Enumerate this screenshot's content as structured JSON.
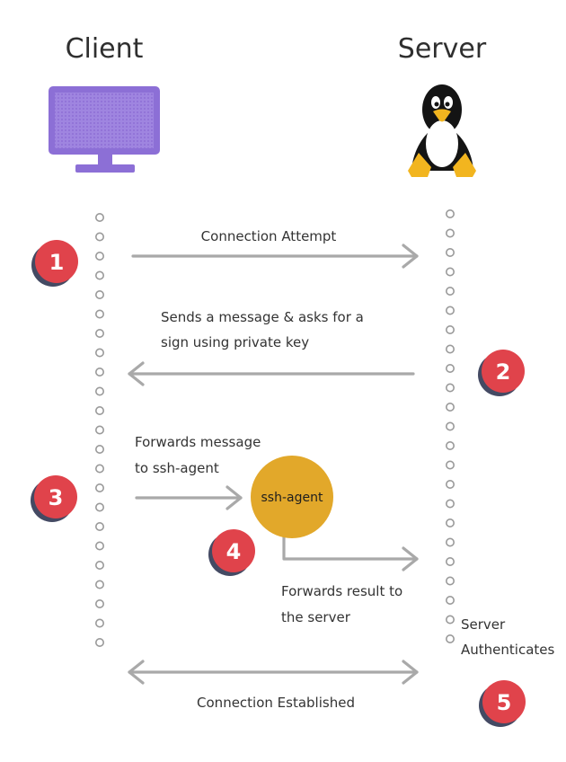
{
  "client_title": "Client",
  "server_title": "Server",
  "icons": {
    "client": "monitor-icon",
    "server": "linux-penguin-icon"
  },
  "colors": {
    "monitor": "#8c6fd6",
    "monitor_screen": "#9f85e0",
    "arrow": "#a9a9a9",
    "dot": "#9a9a9a",
    "step_badge": "#e0434b",
    "step_badge_shadow": "#444a63",
    "agent": "#e2a82a"
  },
  "steps": [
    {
      "number": "1"
    },
    {
      "number": "2"
    },
    {
      "number": "3"
    },
    {
      "number": "4"
    },
    {
      "number": "5"
    }
  ],
  "messages": {
    "connection_attempt": "Connection Attempt",
    "sign_request_line1": "Sends a message & asks for a",
    "sign_request_line2": "sign using private key",
    "forward_line1": "Forwards message",
    "forward_line2": "to ssh-agent",
    "agent_label": "ssh-agent",
    "result_line1": "Forwards result to",
    "result_line2": "the server",
    "server_auth_line1": "Server",
    "server_auth_line2": "Authenticates",
    "established": "Connection Established"
  }
}
